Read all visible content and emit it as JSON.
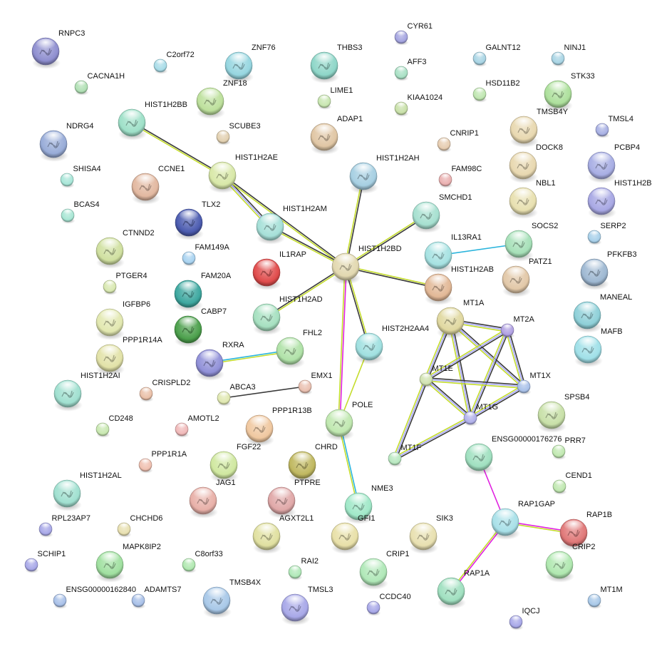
{
  "edge_colors": {
    "black": "#3a3a3a",
    "lavender": "#a8a8ff",
    "yellowgreen": "#c4dc2c",
    "cyan": "#2ab4dc",
    "magenta": "#e020e0"
  },
  "nodes": [
    {
      "name": "RNPC3",
      "color": "#8f8fd0"
    },
    {
      "name": "C2orf72",
      "color": "#a8dce8"
    },
    {
      "name": "ZNF76",
      "color": "#96d6e0"
    },
    {
      "name": "THBS3",
      "color": "#8ed6c8"
    },
    {
      "name": "CYR61",
      "color": "#a4a4e0"
    },
    {
      "name": "AFF3",
      "color": "#a8e0c4"
    },
    {
      "name": "GALNT12",
      "color": "#a8d4e4"
    },
    {
      "name": "NINJ1",
      "color": "#a8d4e4"
    },
    {
      "name": "CACNA1H",
      "color": "#b0e0b4"
    },
    {
      "name": "ZNF18",
      "color": "#bde09c"
    },
    {
      "name": "LIME1",
      "color": "#c8e6b0"
    },
    {
      "name": "KIAA1024",
      "color": "#c8e0a8"
    },
    {
      "name": "HSD11B2",
      "color": "#bfe6b0"
    },
    {
      "name": "STK33",
      "color": "#ade09c"
    },
    {
      "name": "HIST1H2BB",
      "color": "#9ee0c8"
    },
    {
      "name": "NDRG4",
      "color": "#98acd8"
    },
    {
      "name": "SCUBE3",
      "color": "#e2d0b0"
    },
    {
      "name": "ADAP1",
      "color": "#e0c6a4"
    },
    {
      "name": "CNRIP1",
      "color": "#e6ccb0"
    },
    {
      "name": "TMSB4Y",
      "color": "#e8d8b0"
    },
    {
      "name": "TMSL4",
      "color": "#a8b0e4"
    },
    {
      "name": "HIST1H2AE",
      "color": "#d8e8a8"
    },
    {
      "name": "SHISA4",
      "color": "#a8e6d8"
    },
    {
      "name": "CCNE1",
      "color": "#e2b8a0"
    },
    {
      "name": "HIST1H2AH",
      "color": "#a6cfe2"
    },
    {
      "name": "FAM98C",
      "color": "#eab0b0"
    },
    {
      "name": "DOCK8",
      "color": "#e8d8b0"
    },
    {
      "name": "PCBP4",
      "color": "#a8aee4"
    },
    {
      "name": "BCAS4",
      "color": "#a8e6d4"
    },
    {
      "name": "TLX2",
      "color": "#4c5cb0"
    },
    {
      "name": "HIST1H2AM",
      "color": "#a6e0d8"
    },
    {
      "name": "SMCHD1",
      "color": "#a6e0d0"
    },
    {
      "name": "NBL1",
      "color": "#e8e0b0"
    },
    {
      "name": "HIST1H2B",
      "color": "#a8a8e4"
    },
    {
      "name": "SOCS2",
      "color": "#a6e0b8"
    },
    {
      "name": "SERP2",
      "color": "#a8d0ea"
    },
    {
      "name": "CTNND2",
      "color": "#d0e0a0"
    },
    {
      "name": "FAM149A",
      "color": "#a8d2f0"
    },
    {
      "name": "IL1RAP",
      "color": "#e04c4c"
    },
    {
      "name": "HIST1H2BD",
      "color": "#e2d8b0"
    },
    {
      "name": "IL13RA1",
      "color": "#a6e2e2"
    },
    {
      "name": "HIST1H2AB",
      "color": "#e2b896"
    },
    {
      "name": "PATZ1",
      "color": "#e2c8a8"
    },
    {
      "name": "PFKFB3",
      "color": "#9eb8d2"
    },
    {
      "name": "PTGER4",
      "color": "#d8e8b0"
    },
    {
      "name": "FAM20A",
      "color": "#3ea8a0"
    },
    {
      "name": "HIST1H2AD",
      "color": "#a6e0c0"
    },
    {
      "name": "MANEAL",
      "color": "#8ed0d8"
    },
    {
      "name": "IGFBP6",
      "color": "#e2e8b0"
    },
    {
      "name": "CABP7",
      "color": "#4ca04c"
    },
    {
      "name": "MT1A",
      "color": "#e0d8a0"
    },
    {
      "name": "MT2A",
      "color": "#b0a0e2"
    },
    {
      "name": "HIST2H2AA4",
      "color": "#a0e0e0"
    },
    {
      "name": "MAFB",
      "color": "#a0e0e8"
    },
    {
      "name": "PPP1R14A",
      "color": "#e2e2a8"
    },
    {
      "name": "RXRA",
      "color": "#9090d8"
    },
    {
      "name": "FHL2",
      "color": "#b0e2a8"
    },
    {
      "name": "MT1E",
      "color": "#d0e2b0"
    },
    {
      "name": "MT1X",
      "color": "#a8c0e8"
    },
    {
      "name": "HIST1H2AI",
      "color": "#a0e0d0"
    },
    {
      "name": "CRISPLD2",
      "color": "#eac0a8"
    },
    {
      "name": "ABCA3",
      "color": "#e0e8b0"
    },
    {
      "name": "EMX1",
      "color": "#eac0b0"
    },
    {
      "name": "SPSB4",
      "color": "#c8e0a8"
    },
    {
      "name": "MT1G",
      "color": "#b0b0ea"
    },
    {
      "name": "POLE",
      "color": "#c0e8b0"
    },
    {
      "name": "PPP1R13B",
      "color": "#f0c8a0"
    },
    {
      "name": "CD248",
      "color": "#c8e8b0"
    },
    {
      "name": "AMOTL2",
      "color": "#f0b8b8"
    },
    {
      "name": "MT1F",
      "color": "#b8e8c0"
    },
    {
      "name": "ENSG00000176276",
      "color": "#a0e0c0"
    },
    {
      "name": "PRR7",
      "color": "#c0e8b0"
    },
    {
      "name": "FGF22",
      "color": "#d0e8a0"
    },
    {
      "name": "CHRD",
      "color": "#c0b860"
    },
    {
      "name": "PPP1R1A",
      "color": "#f0c0b0"
    },
    {
      "name": "CEND1",
      "color": "#c0e8b0"
    },
    {
      "name": "HIST1H2AL",
      "color": "#a0e0d0"
    },
    {
      "name": "JAG1",
      "color": "#e8b0a8"
    },
    {
      "name": "PTPRE",
      "color": "#e0a8a8"
    },
    {
      "name": "NME3",
      "color": "#a0e8c8"
    },
    {
      "name": "RAP1GAP",
      "color": "#a8e0e8"
    },
    {
      "name": "RAP1B",
      "color": "#e07878"
    },
    {
      "name": "RPL23AP7",
      "color": "#a8a8e8"
    },
    {
      "name": "CHCHD6",
      "color": "#e8e0b0"
    },
    {
      "name": "AGXT2L1",
      "color": "#e0e0a0"
    },
    {
      "name": "GFI1",
      "color": "#e8e0a8"
    },
    {
      "name": "SIK3",
      "color": "#e8e0b0"
    },
    {
      "name": "CRIP2",
      "color": "#b0e8b0"
    },
    {
      "name": "MAPK8IP2",
      "color": "#a0e0a0"
    },
    {
      "name": "C8orf33",
      "color": "#b0e8b0"
    },
    {
      "name": "SCHIP1",
      "color": "#a8a8e8"
    },
    {
      "name": "CRIP1",
      "color": "#b0e8b8"
    },
    {
      "name": "RAI2",
      "color": "#b0e8b8"
    },
    {
      "name": "RAP1A",
      "color": "#a0e0c0"
    },
    {
      "name": "TMSB4X",
      "color": "#a8c8e8"
    },
    {
      "name": "TMSL3",
      "color": "#a8a8e8"
    },
    {
      "name": "ENSG00000162840",
      "color": "#a8c0e8"
    },
    {
      "name": "ADAMTS7",
      "color": "#a8c0e8"
    },
    {
      "name": "CCDC40",
      "color": "#a8a8e8"
    },
    {
      "name": "MT1M",
      "color": "#a8c8e8"
    },
    {
      "name": "IQCJ",
      "color": "#a8a8e8"
    }
  ],
  "edges": [
    {
      "a": "HIST1H2BB",
      "b": "HIST1H2AE",
      "types": [
        "black",
        "yellowgreen"
      ]
    },
    {
      "a": "HIST1H2AE",
      "b": "HIST1H2AM",
      "types": [
        "black",
        "lavender",
        "yellowgreen"
      ]
    },
    {
      "a": "HIST1H2AE",
      "b": "HIST1H2BD",
      "types": [
        "black",
        "yellowgreen"
      ]
    },
    {
      "a": "HIST1H2AM",
      "b": "HIST1H2BD",
      "types": [
        "black",
        "yellowgreen"
      ]
    },
    {
      "a": "HIST1H2AD",
      "b": "HIST1H2BD",
      "types": [
        "black",
        "yellowgreen"
      ]
    },
    {
      "a": "HIST1H2AH",
      "b": "HIST1H2BD",
      "types": [
        "black",
        "yellowgreen"
      ]
    },
    {
      "a": "SMCHD1",
      "b": "HIST1H2BD",
      "types": [
        "black",
        "yellowgreen"
      ]
    },
    {
      "a": "HIST1H2AB",
      "b": "HIST1H2BD",
      "types": [
        "black",
        "yellowgreen"
      ]
    },
    {
      "a": "HIST2H2AA4",
      "b": "HIST1H2BD",
      "types": [
        "black",
        "yellowgreen"
      ]
    },
    {
      "a": "HIST1H2BD",
      "b": "POLE",
      "types": [
        "magenta",
        "yellowgreen"
      ]
    },
    {
      "a": "HIST2H2AA4",
      "b": "POLE",
      "types": [
        "yellowgreen"
      ]
    },
    {
      "a": "POLE",
      "b": "NME3",
      "types": [
        "cyan",
        "yellowgreen"
      ]
    },
    {
      "a": "IL13RA1",
      "b": "SOCS2",
      "types": [
        "cyan"
      ]
    },
    {
      "a": "RXRA",
      "b": "FHL2",
      "types": [
        "cyan",
        "yellowgreen"
      ]
    },
    {
      "a": "ABCA3",
      "b": "EMX1",
      "types": [
        "black"
      ]
    },
    {
      "a": "MT1A",
      "b": "MT2A",
      "types": [
        "black",
        "lavender",
        "yellowgreen"
      ]
    },
    {
      "a": "MT1A",
      "b": "MT1E",
      "types": [
        "black",
        "lavender",
        "yellowgreen"
      ]
    },
    {
      "a": "MT1A",
      "b": "MT1X",
      "types": [
        "black",
        "lavender",
        "yellowgreen"
      ]
    },
    {
      "a": "MT1A",
      "b": "MT1G",
      "types": [
        "black",
        "lavender",
        "yellowgreen"
      ]
    },
    {
      "a": "MT2A",
      "b": "MT1E",
      "types": [
        "black",
        "lavender",
        "yellowgreen"
      ]
    },
    {
      "a": "MT2A",
      "b": "MT1X",
      "types": [
        "black",
        "lavender",
        "yellowgreen"
      ]
    },
    {
      "a": "MT2A",
      "b": "MT1G",
      "types": [
        "black",
        "lavender",
        "yellowgreen"
      ]
    },
    {
      "a": "MT1E",
      "b": "MT1X",
      "types": [
        "black",
        "lavender",
        "yellowgreen"
      ]
    },
    {
      "a": "MT1E",
      "b": "MT1G",
      "types": [
        "black",
        "lavender",
        "yellowgreen"
      ]
    },
    {
      "a": "MT1X",
      "b": "MT1G",
      "types": [
        "black",
        "lavender",
        "yellowgreen"
      ]
    },
    {
      "a": "MT1E",
      "b": "MT1F",
      "types": [
        "black",
        "lavender",
        "yellowgreen"
      ]
    },
    {
      "a": "MT1G",
      "b": "MT1F",
      "types": [
        "black",
        "lavender",
        "yellowgreen"
      ]
    },
    {
      "a": "ENSG00000176276",
      "b": "RAP1GAP",
      "types": [
        "magenta"
      ]
    },
    {
      "a": "RAP1GAP",
      "b": "RAP1B",
      "types": [
        "magenta",
        "yellowgreen"
      ]
    },
    {
      "a": "RAP1GAP",
      "b": "RAP1A",
      "types": [
        "magenta",
        "yellowgreen"
      ]
    }
  ]
}
